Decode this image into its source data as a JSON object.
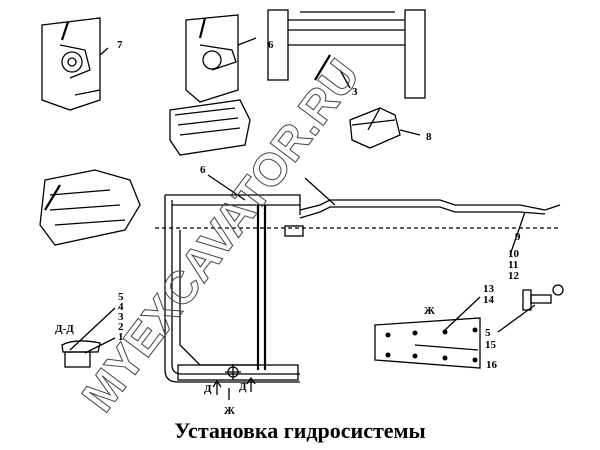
{
  "title": "Установка гидросистемы",
  "watermark": "MYEXCAVATOR.RU",
  "callouts": {
    "c7": "7",
    "c6a": "6",
    "c3": "3",
    "c8": "8",
    "c6b": "6",
    "c9": "9",
    "c10": "10",
    "c11": "11",
    "c12": "12",
    "c13": "13",
    "c14": "14",
    "c5r": "5",
    "c15": "15",
    "c16": "16",
    "c5l": "5",
    "c4l": "4",
    "c3l": "3",
    "c2l": "2",
    "c1l": "1"
  },
  "section_labels": {
    "dd": "Д-Д",
    "zh_view": "Ж",
    "d_left": "Д",
    "d_right": "Д",
    "zh_arrow": "Ж"
  }
}
